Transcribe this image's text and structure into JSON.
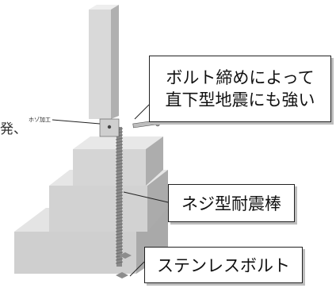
{
  "callouts": {
    "bolt_line1": "ボルト締めによって",
    "bolt_line2": "直下型地震にも強い",
    "rod": "ネジ型耐震棒",
    "stainless": "ステンレスボルト"
  },
  "labels": {
    "hozo": "ホゾ加工",
    "clipped_left": "発、"
  },
  "colors": {
    "block_top": "#e4e4e4",
    "block_front": "#cfcfcf",
    "block_side": "#a9a9a9",
    "outline": "#222222",
    "rod": "#6e6e6e"
  }
}
